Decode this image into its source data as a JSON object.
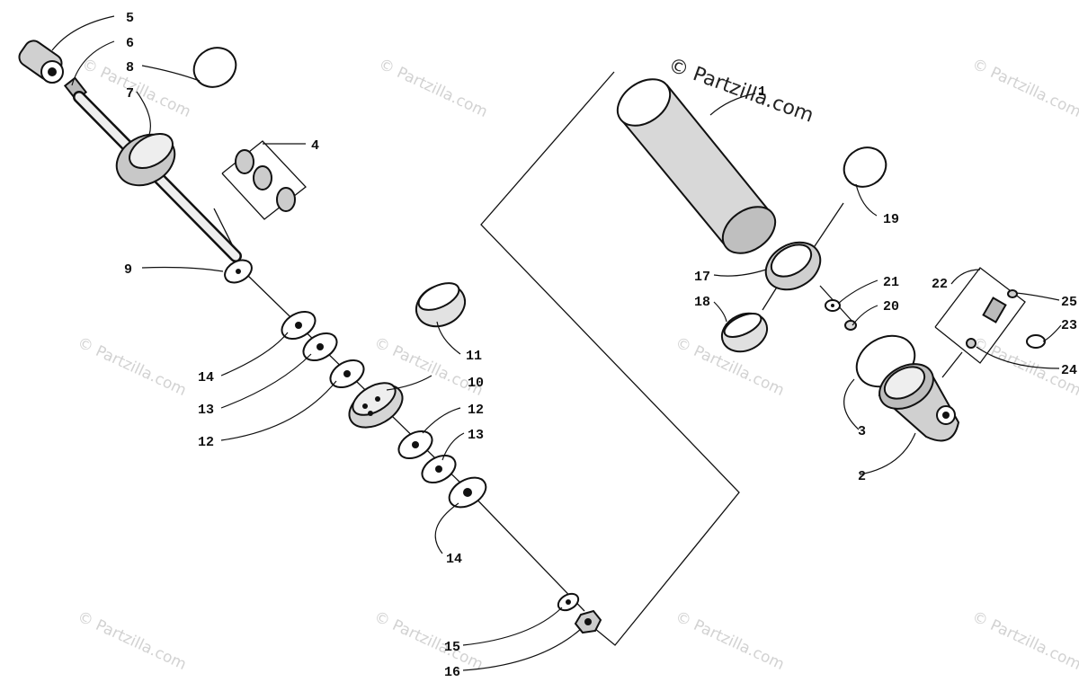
{
  "brand": {
    "text": "© Partzilla.com"
  },
  "watermark": {
    "text": "© Partzilla.com"
  },
  "callouts": [
    "1",
    "2",
    "3",
    "4",
    "5",
    "6",
    "7",
    "8",
    "9",
    "10",
    "11",
    "12",
    "12",
    "13",
    "13",
    "14",
    "14",
    "15",
    "16",
    "17",
    "18",
    "19",
    "20",
    "21",
    "22",
    "23",
    "24",
    "25"
  ]
}
